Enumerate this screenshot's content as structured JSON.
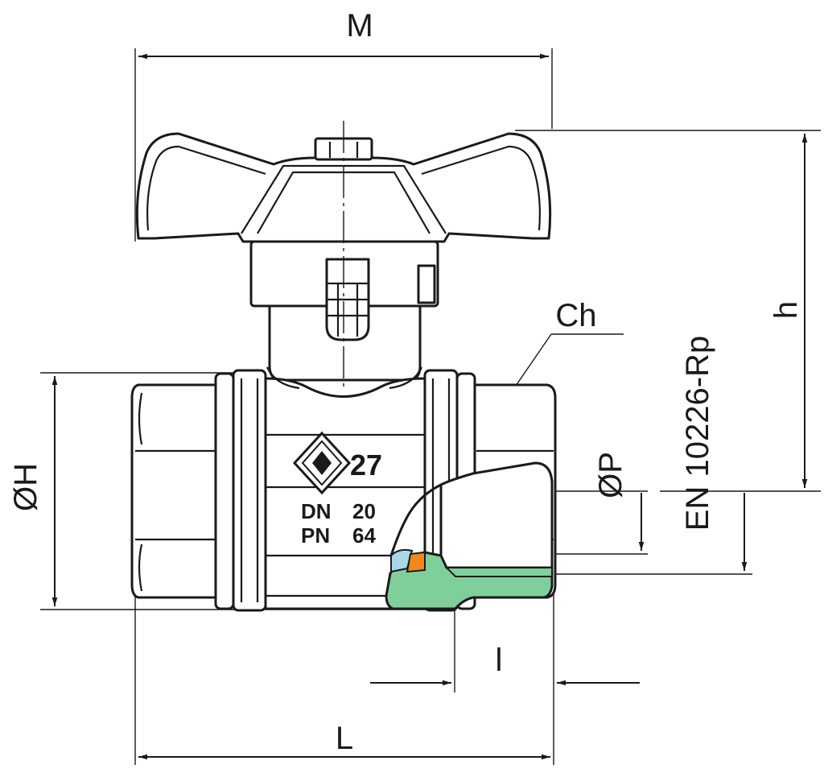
{
  "drawing": {
    "dimensions": {
      "overall_width": "M",
      "handle_height": "h",
      "body_diameter": "ØH",
      "bore_diameter": "ØP",
      "length": "L",
      "thread_length": "l",
      "wrench_size": "Ch",
      "thread_standard": "EN 10226-Rp"
    },
    "body_marking": {
      "size_code": "27",
      "nominal_diameter_label": "DN",
      "nominal_diameter_value": "20",
      "pressure_label": "PN",
      "pressure_value": "64"
    },
    "colors": {
      "line": "#1a1a1a",
      "seal_green": "#7fcf9a",
      "seat_blue": "#a8d8e8",
      "gasket_orange": "#f08a1c"
    }
  }
}
